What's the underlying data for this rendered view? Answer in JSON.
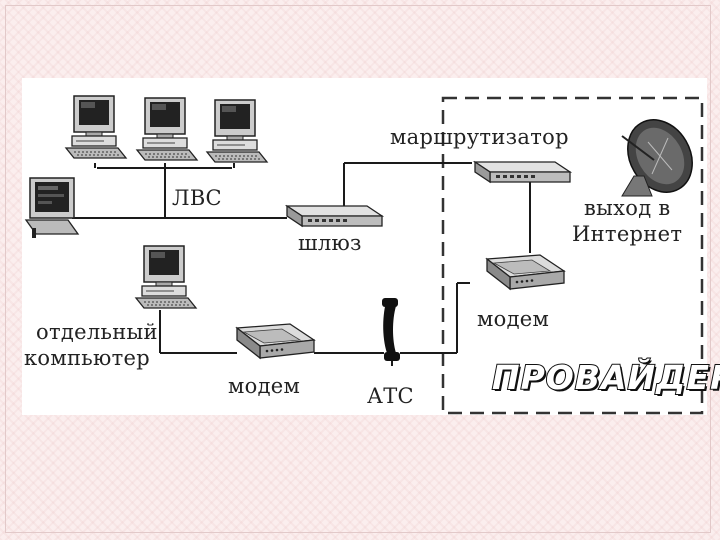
{
  "labels": {
    "lan": "ЛВС",
    "gateway": "шлюз",
    "router": "маршрутизатор",
    "internet_line1": "выход в",
    "internet_line2": "Интернет",
    "standalone_line1": "отдельный",
    "standalone_line2": "компьютер",
    "modem_local": "модем",
    "exchange": "АТС",
    "modem_provider": "модем",
    "provider": "ПРОВАЙДЕР"
  },
  "colors": {
    "slide_background": "#fbeeee",
    "line": "#1a1a1a",
    "device_light": "#d4d4d4",
    "device_dark": "#3a3a3a"
  }
}
